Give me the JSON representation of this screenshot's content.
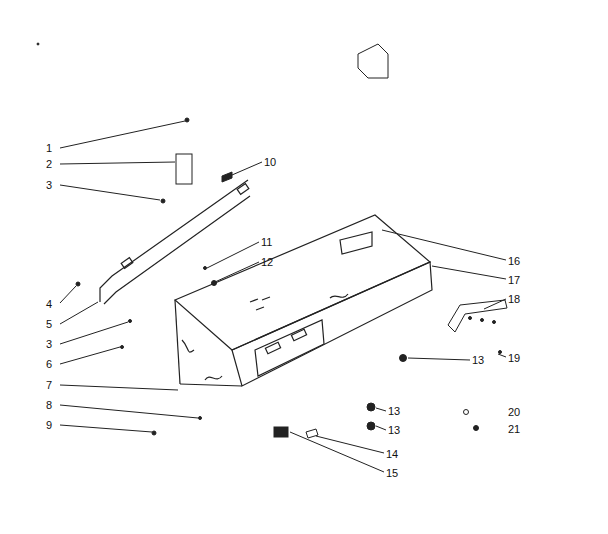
{
  "diagram": {
    "labels": [
      "1",
      "2",
      "3",
      "10",
      "11",
      "12",
      "4",
      "5",
      "3",
      "6",
      "7",
      "8",
      "9",
      "16",
      "17",
      "18",
      "19",
      "13",
      "13",
      "13",
      "20",
      "21",
      "14",
      "15"
    ]
  }
}
